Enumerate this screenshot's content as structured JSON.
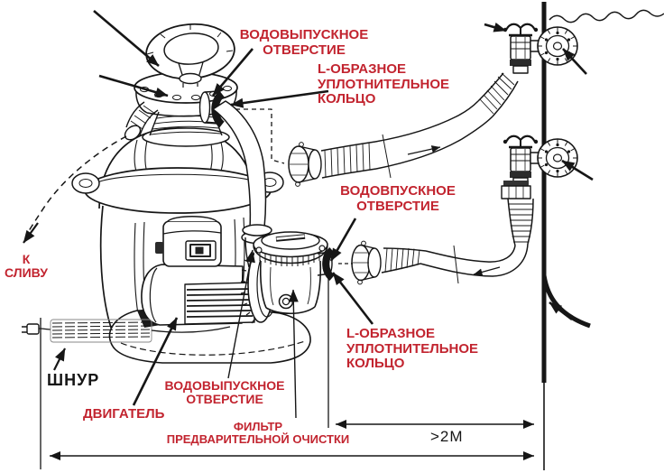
{
  "labels": {
    "water_outlet_top": [
      "ВОДОВЫПУСКНОЕ",
      "ОТВЕРСТИЕ"
    ],
    "l_ring_top": [
      "L-ОБРАЗНОЕ",
      "УПЛОТНИТЕЛЬНОЕ",
      "КОЛЬЦО"
    ],
    "water_inlet": [
      "ВОДОВПУСКНОЕ",
      "ОТВЕРСТИЕ"
    ],
    "to_drain": [
      "К",
      "СЛИВУ"
    ],
    "cord": "ШНУР",
    "motor": "ДВИГАТЕЛЬ",
    "water_outlet_pump": [
      "ВОДОВЫПУСКНОЕ",
      "ОТВЕРСТИЕ"
    ],
    "prefilter": [
      "ФИЛЬТР",
      "ПРЕДВАРИТЕЛЬНОЙ ОЧИСТКИ"
    ],
    "l_ring_bottom": [
      "L-ОБРАЗНОЕ",
      "УПЛОТНИТЕЛЬНОЕ",
      "КОЛЬЦО"
    ],
    "distance": ">2M"
  },
  "colors": {
    "red_label": "#c2242f",
    "ink": "#161616"
  }
}
